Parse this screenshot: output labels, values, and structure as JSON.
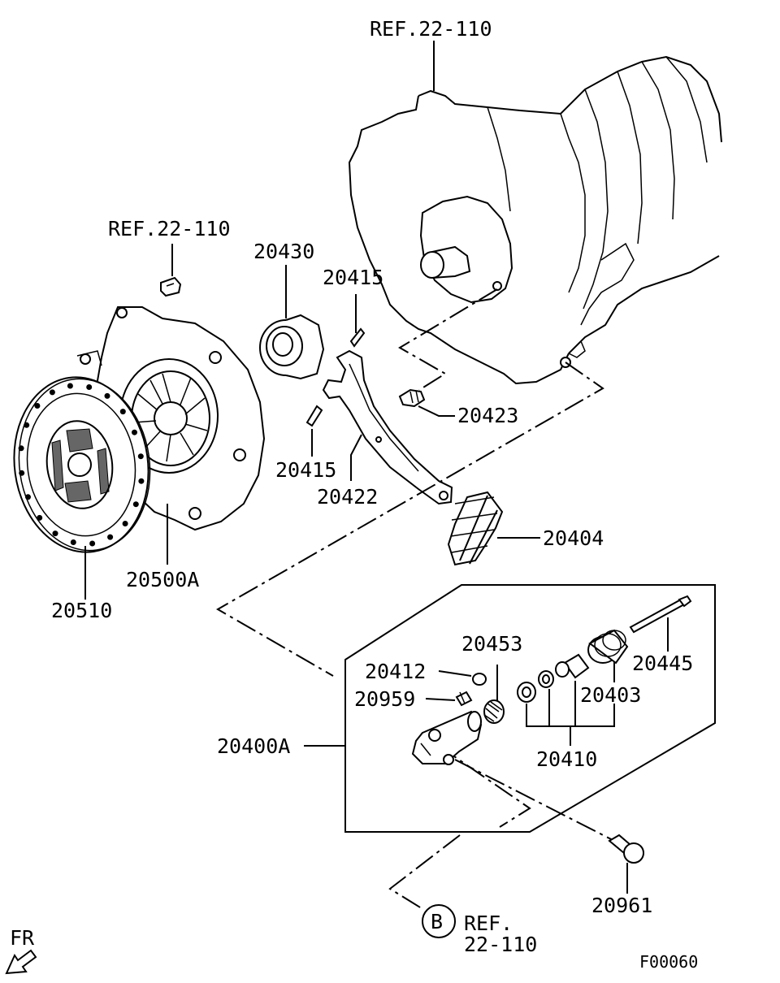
{
  "diagram": {
    "refs": {
      "transmission": "REF.22-110",
      "bolt": "REF.22-110",
      "bottom_ref_line1": "REF.",
      "bottom_ref_line2": "22-110",
      "bottom_ref_circle": "B"
    },
    "parts": {
      "p20430": "20430",
      "p20415_top": "20415",
      "p20415_bottom": "20415",
      "p20423": "20423",
      "p20422": "20422",
      "p20404": "20404",
      "p20500A": "20500A",
      "p20510": "20510",
      "p20453": "20453",
      "p20412": "20412",
      "p20959": "20959",
      "p20445": "20445",
      "p20403": "20403",
      "p20400A": "20400A",
      "p20410": "20410",
      "p20961": "20961"
    },
    "direction_label": "FR",
    "figure_code": "F00060"
  }
}
